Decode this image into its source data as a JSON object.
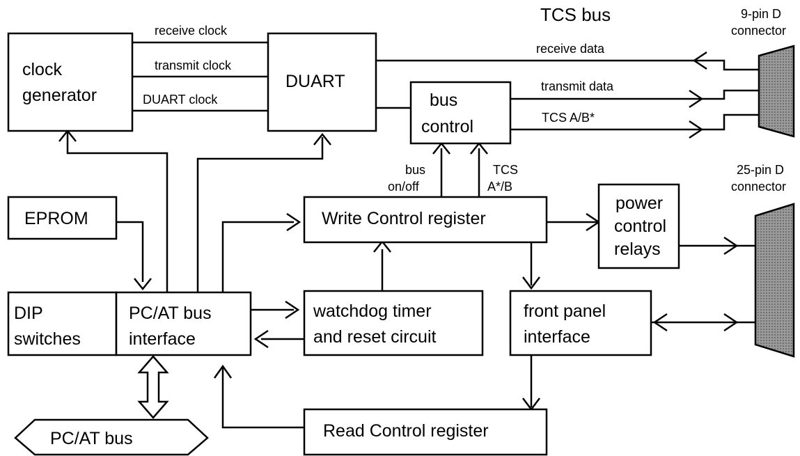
{
  "title": "TCS bus",
  "colors": {
    "line": "#000000",
    "connector_fill": "#8a8a8a",
    "background": "#ffffff"
  },
  "blocks": {
    "clock_generator": [
      "clock",
      "generator"
    ],
    "duart": "DUART",
    "bus_control": [
      "bus",
      "control"
    ],
    "eprom": "EPROM",
    "dip_switches": [
      "DIP",
      "switches"
    ],
    "pcat_bus_interface": [
      "PC/AT bus",
      "interface"
    ],
    "write_control_register": "Write Control register",
    "watchdog": [
      "watchdog timer",
      "and reset circuit"
    ],
    "read_control_register": "Read Control register",
    "power_control_relays": [
      "power",
      "control",
      "relays"
    ],
    "front_panel_interface": [
      "front panel",
      "interface"
    ],
    "pcat_bus": "PC/AT bus"
  },
  "signals": {
    "receive_clock": "receive clock",
    "transmit_clock": "transmit clock",
    "duart_clock": "DUART clock",
    "receive_data": "receive data",
    "transmit_data": "transmit data",
    "tcs_ab": "TCS A/B*",
    "bus_onoff": [
      "bus",
      "on/off"
    ],
    "tcs_astar_b": [
      "TCS",
      "A*/B"
    ]
  },
  "connectors": {
    "nine_pin": [
      "9-pin D",
      "connector"
    ],
    "twentyfive_pin": [
      "25-pin D",
      "connector"
    ]
  }
}
